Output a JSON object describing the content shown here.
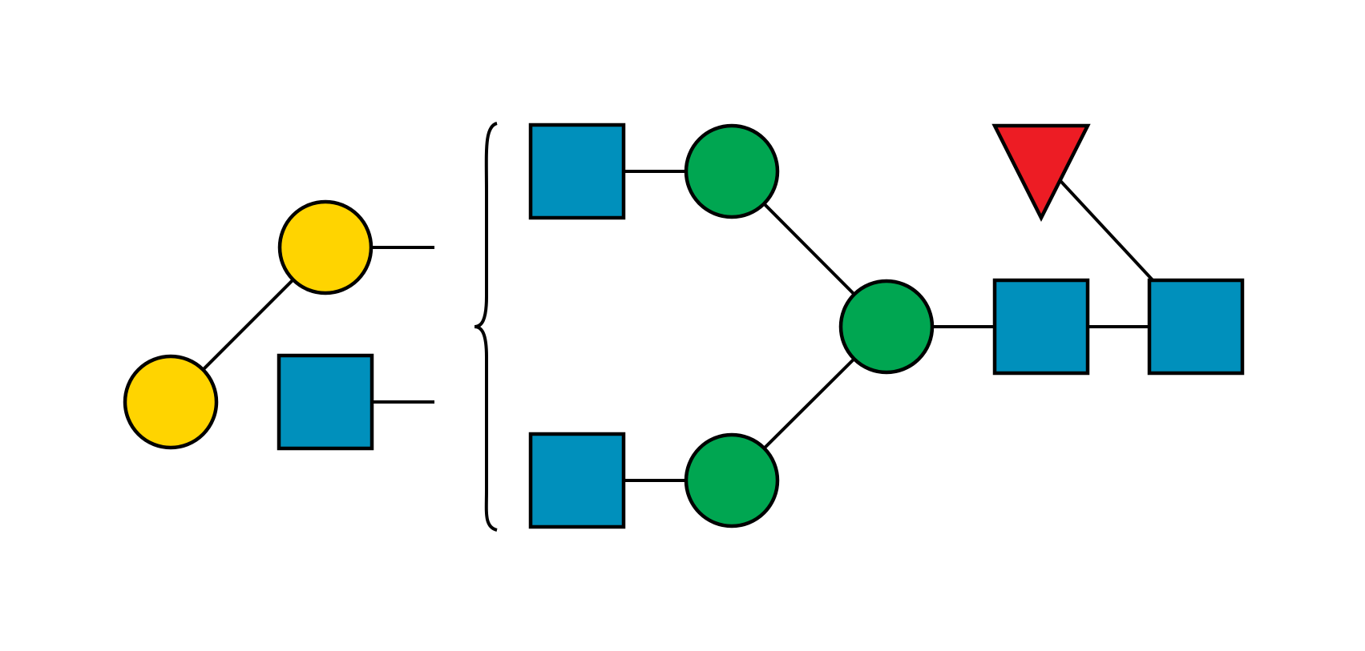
{
  "colors": {
    "glcnac": "#0090BC",
    "man": "#00A651",
    "gal": "#FFD400",
    "fuc": "#ED1C24",
    "outline": "#000000",
    "background": "#FFFFFF"
  },
  "residues": [
    {
      "id": "gal-a",
      "shape": "circle",
      "color_key": "gal"
    },
    {
      "id": "gal-b",
      "shape": "circle",
      "color_key": "gal"
    },
    {
      "id": "glcnac-antenna-free",
      "shape": "square",
      "color_key": "glcnac"
    },
    {
      "id": "glcnac-arm-top",
      "shape": "square",
      "color_key": "glcnac"
    },
    {
      "id": "glcnac-arm-bottom",
      "shape": "square",
      "color_key": "glcnac"
    },
    {
      "id": "man-top",
      "shape": "circle",
      "color_key": "man"
    },
    {
      "id": "man-bottom",
      "shape": "circle",
      "color_key": "man"
    },
    {
      "id": "man-core",
      "shape": "circle",
      "color_key": "man"
    },
    {
      "id": "glcnac-core-1",
      "shape": "square",
      "color_key": "glcnac"
    },
    {
      "id": "glcnac-core-reducing",
      "shape": "square",
      "color_key": "glcnac"
    },
    {
      "id": "fuc-core",
      "shape": "triangle",
      "color_key": "fuc"
    }
  ],
  "linkages": [
    {
      "from": "gal-b",
      "to": "gal-a"
    },
    {
      "from": "gal-a",
      "to": "bracket"
    },
    {
      "from": "glcnac-antenna-free",
      "to": "bracket"
    },
    {
      "from": "glcnac-arm-top",
      "to": "man-top"
    },
    {
      "from": "glcnac-arm-bottom",
      "to": "man-bottom"
    },
    {
      "from": "man-top",
      "to": "man-core"
    },
    {
      "from": "man-bottom",
      "to": "man-core"
    },
    {
      "from": "man-core",
      "to": "glcnac-core-1"
    },
    {
      "from": "glcnac-core-1",
      "to": "glcnac-core-reducing"
    },
    {
      "from": "fuc-core",
      "to": "glcnac-core-reducing"
    }
  ]
}
